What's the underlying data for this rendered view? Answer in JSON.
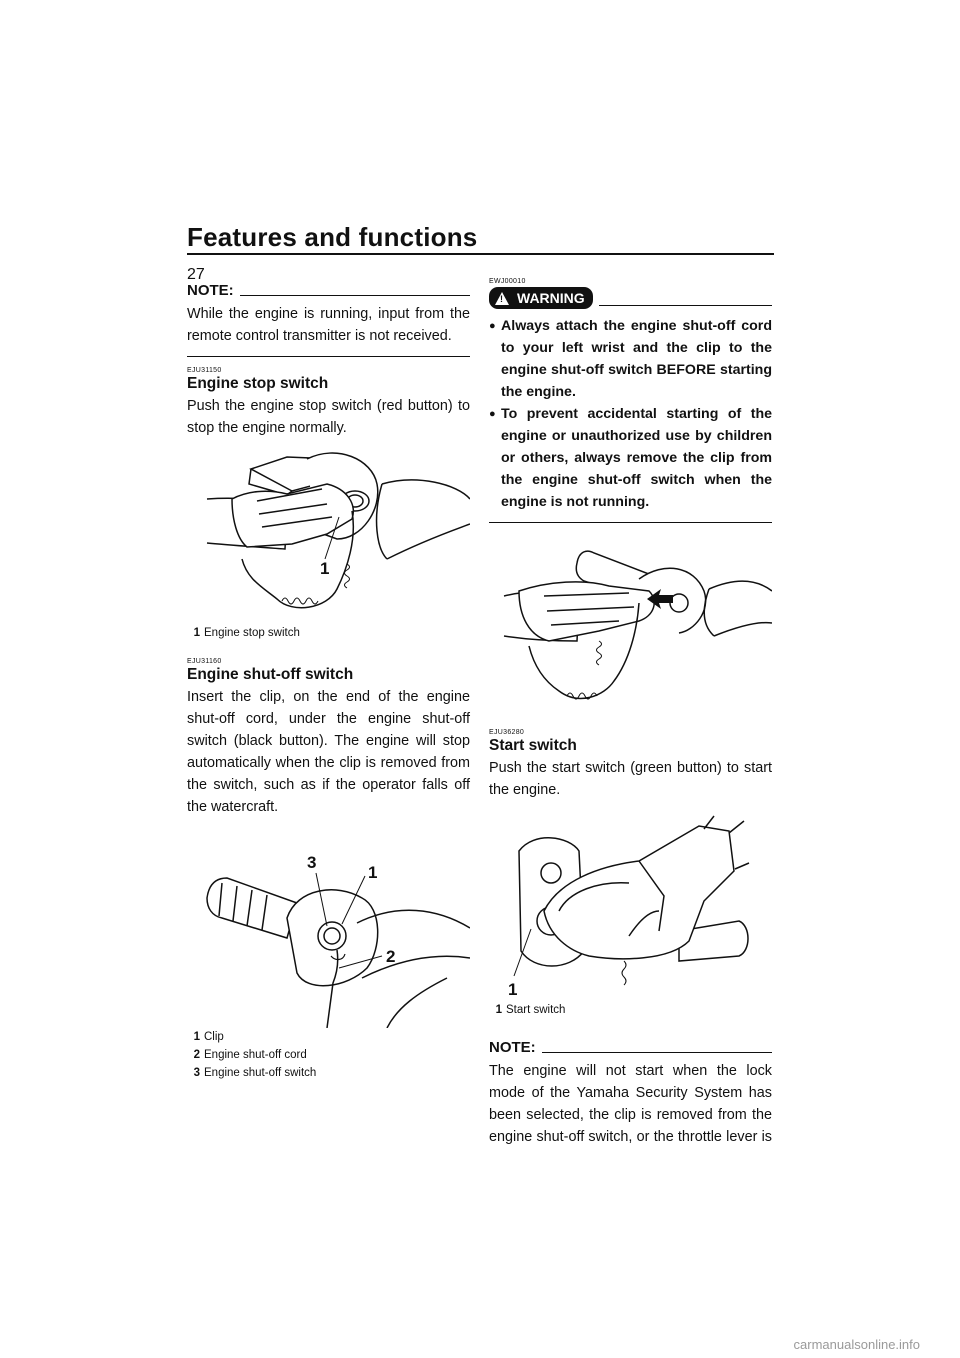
{
  "page": {
    "title": "Features and functions",
    "page_number": "27"
  },
  "note_top": {
    "label": "NOTE:",
    "text": "While the engine is running, input from the remote control transmitter is not received."
  },
  "engine_stop": {
    "code": "EJU31150",
    "heading": "Engine stop switch",
    "text": "Push the engine stop switch (red button) to stop the engine normally.",
    "callout": "1",
    "caption_num": "1",
    "caption_text": "Engine stop switch"
  },
  "engine_shutoff": {
    "code": "EJU31160",
    "heading": "Engine shut-off switch",
    "text": "Insert the clip, on the end of the engine shut-off cord, under the engine shut-off switch (black button). The engine will stop automatically when the clip is removed from the switch, such as if the operator falls off the watercraft.",
    "callouts": [
      "3",
      "1",
      "2"
    ],
    "captions": [
      {
        "num": "1",
        "text": "Clip"
      },
      {
        "num": "2",
        "text": "Engine shut-off cord"
      },
      {
        "num": "3",
        "text": "Engine shut-off switch"
      }
    ]
  },
  "warning": {
    "code": "EWJ00010",
    "label": "WARNING",
    "items": [
      "Always attach the engine shut-off cord to your left wrist and the clip to the engine shut-off switch BEFORE starting the engine.",
      "To prevent accidental starting of the engine or unauthorized use by children or others, always remove the clip from the engine shut-off switch when the engine is not running."
    ]
  },
  "start_switch": {
    "code": "EJU36280",
    "heading": "Start switch",
    "text": "Push the start switch (green button) to start the engine.",
    "callout": "1",
    "caption_num": "1",
    "caption_text": "Start switch"
  },
  "note_bottom": {
    "label": "NOTE:",
    "text": "The engine will not start when the lock mode of the Yamaha Security System has been selected, the clip is removed from the engine shut-off switch, or the throttle lever is"
  },
  "watermark": "carmanualsonline.info"
}
